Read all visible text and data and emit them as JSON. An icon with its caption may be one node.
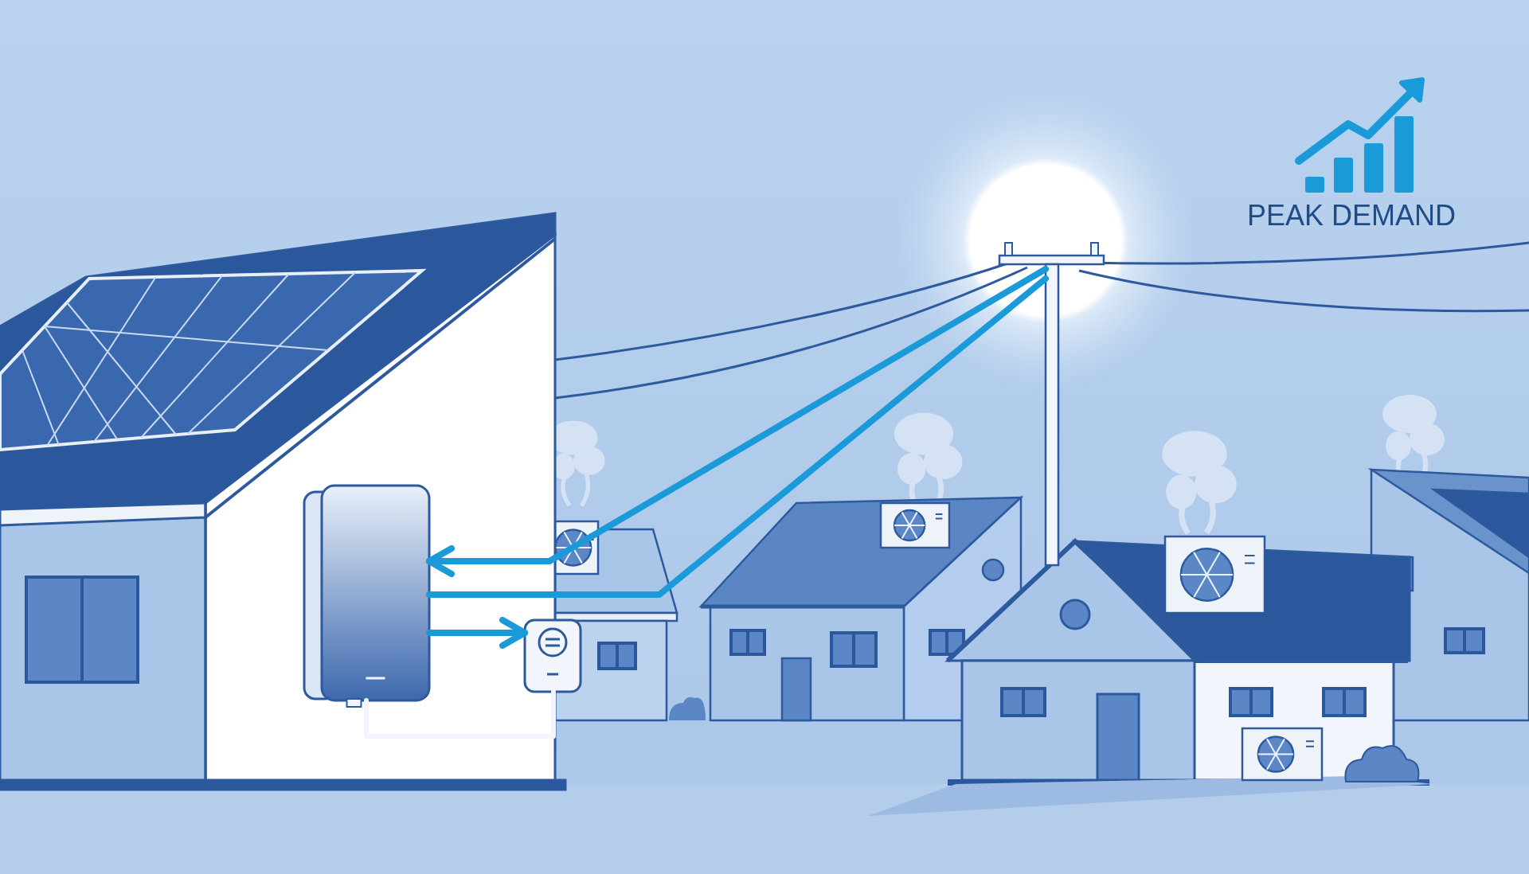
{
  "diagram": {
    "nodes": [
      {
        "text": [],
        "shape": "box"
      },
      {
        "text": [],
        "shape": "box"
      },
      {
        "text": [],
        "shape": "bar"
      }
    ],
    "edges": [
      {
        "from": 2,
        "to": 0,
        "arrow": "to"
      },
      {
        "from": 0,
        "to": 2,
        "arrow": "none"
      },
      {
        "from": 0,
        "to": 1,
        "arrow": "to"
      },
      {
        "from": 0,
        "to": 1,
        "arrow": "none",
        "color": "#f2f6fc"
      }
    ],
    "labels": [
      "PEAK DEMAND"
    ]
  }
}
